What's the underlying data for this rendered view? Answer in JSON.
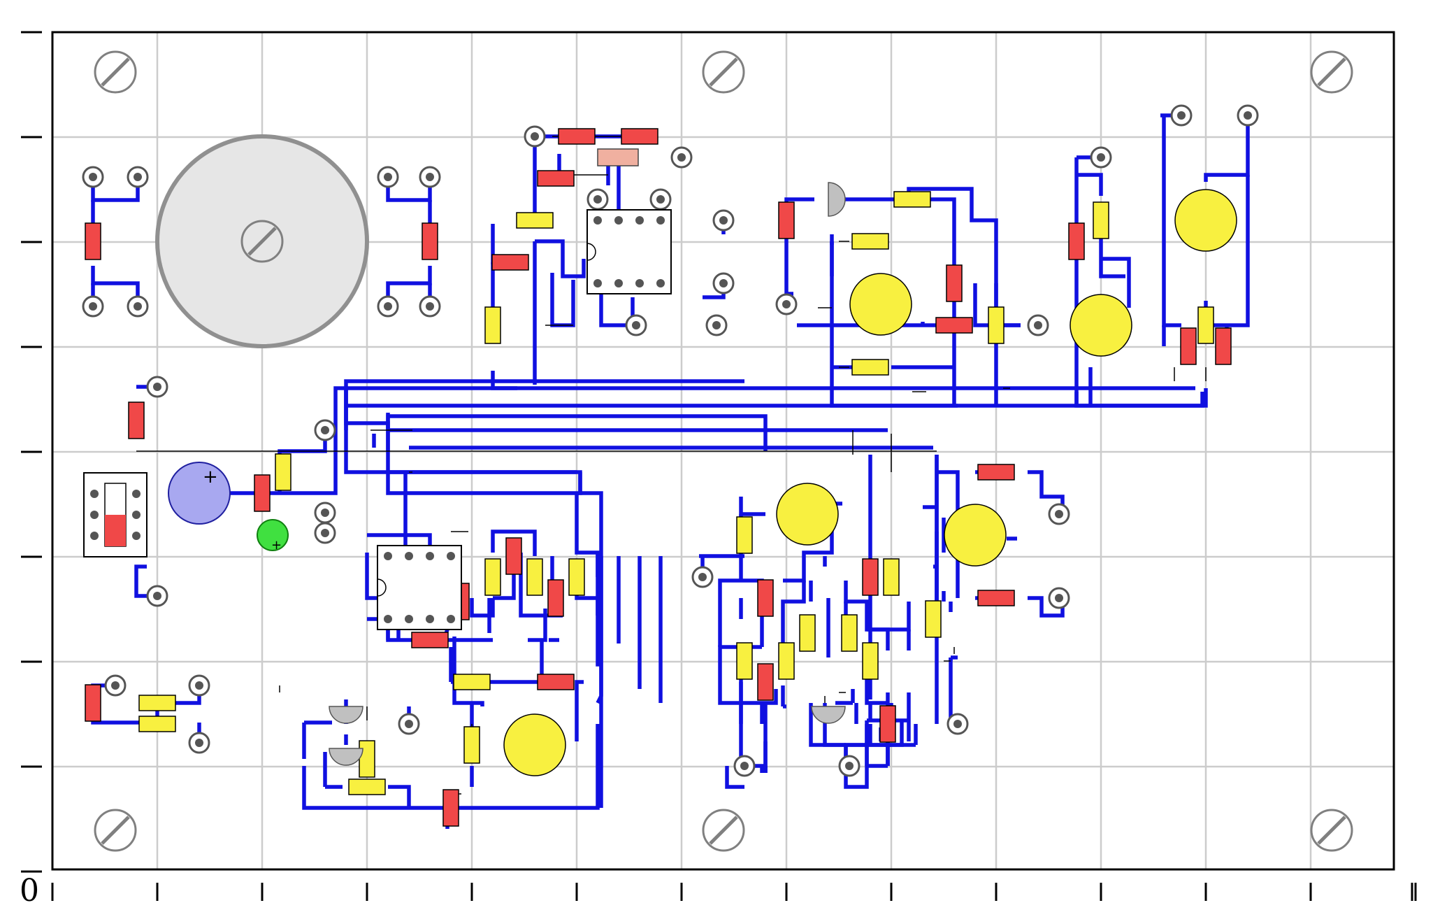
{
  "axis": {
    "origin_label": "0"
  },
  "components": {
    "trim_pots": [
      {
        "name": "trim-pot-large"
      }
    ],
    "ics": [
      {
        "name": "ic-dip8-top"
      },
      {
        "name": "ic-dip8-bottom"
      }
    ],
    "electrolytic_caps": [
      {
        "name": "cap-electrolytic-blue",
        "polarity": "+"
      },
      {
        "name": "led-green",
        "polarity": "+"
      }
    ],
    "switch": {
      "name": "slide-switch"
    }
  },
  "colors": {
    "trace": "#1010e0",
    "resistor_red": "#f04848",
    "resistor_yellow": "#f8f040",
    "transistor_yellow": "#f8f040",
    "gray_part": "#c0c0c0",
    "cap_blue": "#a8a8f0",
    "led_green": "#40e040",
    "grid": "#cccccc",
    "board_border": "#000000"
  }
}
